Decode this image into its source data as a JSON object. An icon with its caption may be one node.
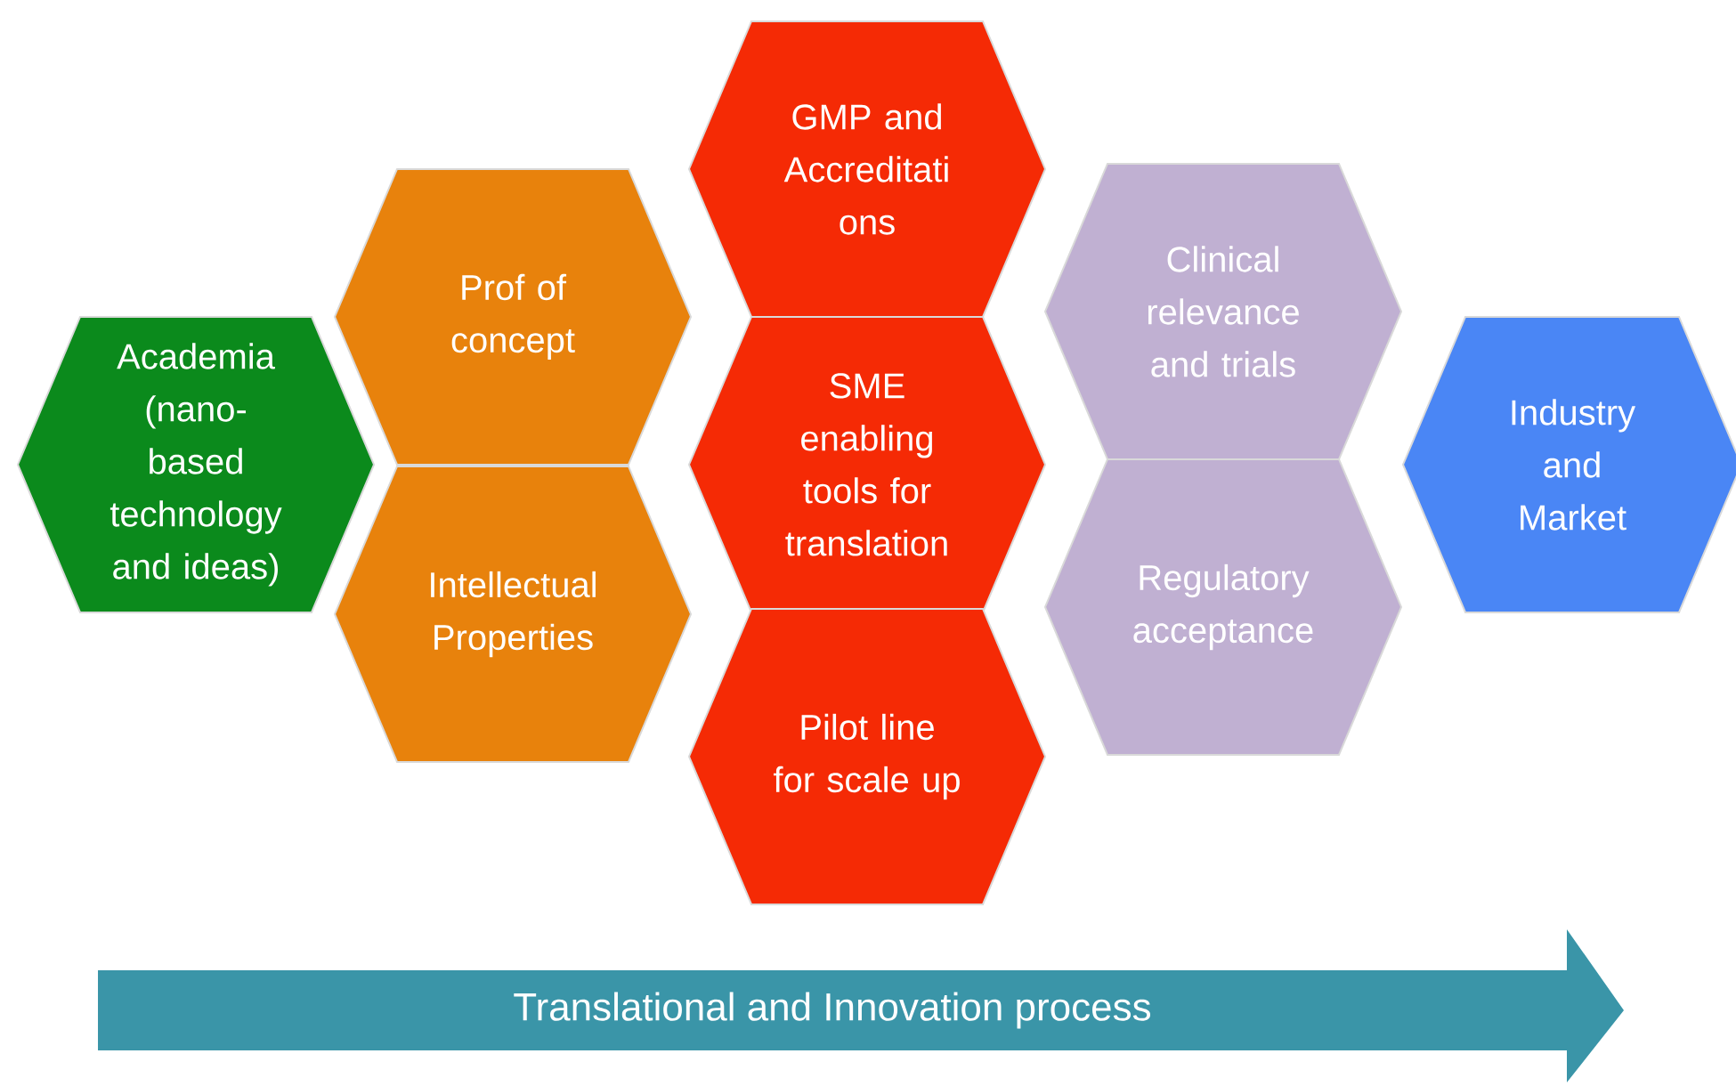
{
  "diagram": {
    "nodes": [
      {
        "text": [
          "Academia (nano- based technology and ideas)"
        ]
      },
      {
        "text": [
          "Prof of concept"
        ]
      },
      {
        "text": [
          "Intellectual Properties"
        ]
      },
      {
        "text": [
          "GMP and Accreditati ons"
        ]
      },
      {
        "text": [
          "SME enabling tools for translation"
        ]
      },
      {
        "text": [
          "Pilot line for scale up"
        ]
      },
      {
        "text": [
          "Clinical relevance and trials"
        ]
      },
      {
        "text": [
          "Regulatory acceptance"
        ]
      },
      {
        "text": [
          "Industry and Market"
        ]
      },
      {
        "text": [
          "Translational and Innovation process"
        ]
      }
    ]
  }
}
